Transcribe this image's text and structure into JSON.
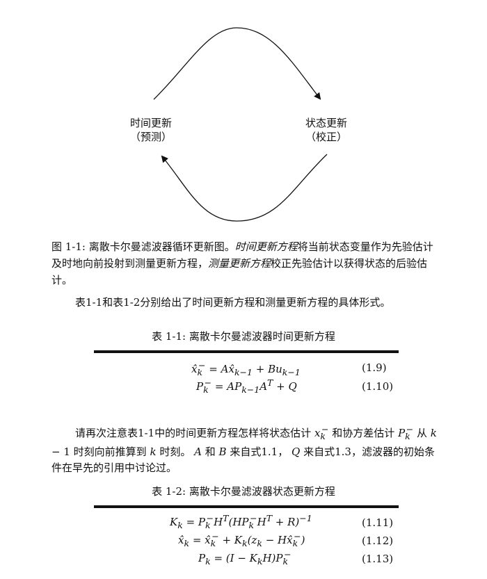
{
  "diagram": {
    "left_node": {
      "line1": "时间更新",
      "line2": "（预测）"
    },
    "right_node": {
      "line1": "状态更新",
      "line2": "（校正）"
    }
  },
  "figure_caption": {
    "label": "图 1-1: ",
    "text_a": "离散卡尔曼滤波器循环更新图。",
    "em1": "时间更新方程",
    "text_b": "将当前状态变量作为先验估计及时地向前投射到测量更新方程，",
    "em2": "测量更新方程",
    "text_c": "校正先验估计以获得状态的后验估计。"
  },
  "para1": "表1-1和表1-2分别给出了时间更新方程和测量更新方程的具体形式。",
  "table1": {
    "title": "表 1-1: 离散卡尔曼滤波器时间更新方程",
    "eq1_no": "(1.9)",
    "eq2_no": "(1.10)"
  },
  "para2": {
    "t1": "请再次注意表1-1中的时间更新方程怎样将状态估计",
    "t2": "和协方差估计",
    "t3": "从",
    "t4": "时刻向前推算到",
    "t5": "时刻。",
    "t6": "和",
    "t7": "来自式1.1，",
    "t8": "来自式1.3，滤波器的初始条件在早先的引用中讨论过。"
  },
  "table2": {
    "title": "表 1-2: 离散卡尔曼滤波器状态更新方程",
    "eq1_no": "(1.11)",
    "eq2_no": "(1.12)",
    "eq3_no": "(1.13)"
  }
}
